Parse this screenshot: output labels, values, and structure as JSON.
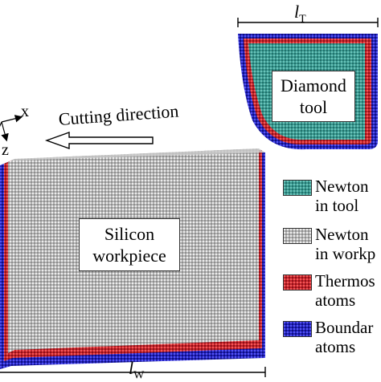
{
  "title": "",
  "cutting_direction_label": "Cutting direction",
  "axes": {
    "x_label": "x",
    "z_label": "z"
  },
  "tool": {
    "box_text": [
      "Diamond",
      "tool"
    ],
    "width_label_main": "l",
    "width_label_sub": "T"
  },
  "workpiece": {
    "box_text": [
      "Silicon",
      "workpiece"
    ],
    "width_label_main": "l",
    "width_label_sub": "W"
  },
  "legend": [
    {
      "line1": "Newton",
      "line2": "in tool",
      "color": "#3a9a92",
      "pattern": "teal-checker"
    },
    {
      "line1": "Newton",
      "line2": "in workp",
      "color": "#b9b9b9",
      "pattern": "gray-checker"
    },
    {
      "line1": "Thermos",
      "line2": "atoms",
      "color": "#c8242b",
      "pattern": "red-checker"
    },
    {
      "line1": "Boundar",
      "line2": "atoms",
      "color": "#2323c0",
      "pattern": "blue-checker"
    }
  ],
  "colors": {
    "newton_tool": "#3a9a92",
    "newton_workpiece": "#b9b9b9",
    "thermostat": "#c8242b",
    "boundary": "#2323c0"
  }
}
